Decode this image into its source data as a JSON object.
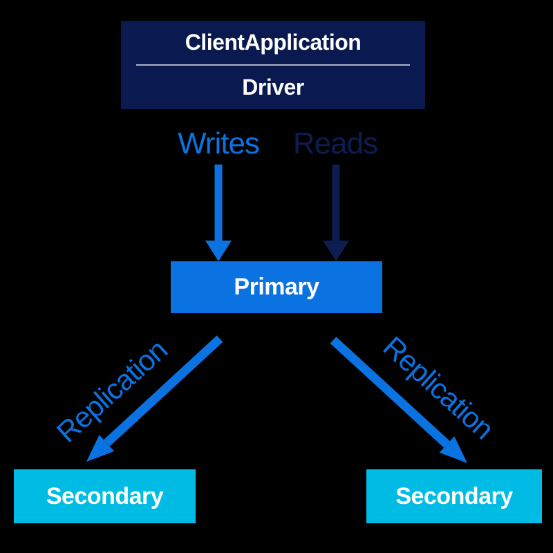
{
  "diagram": {
    "title": "replica-set-read-write-flow",
    "background": "#000000",
    "colors": {
      "navy": "#0A1A50",
      "blue": "#0B72E2",
      "cyan": "#00BCE4",
      "text_white": "#FFFFFF",
      "divider_gray": "#AEB5C4"
    },
    "nodes": {
      "client": {
        "line1": "ClientApplication",
        "line2": "Driver",
        "color": "#0A1A50"
      },
      "primary": {
        "label": "Primary",
        "color": "#0B72E2"
      },
      "secondary_left": {
        "label": "Secondary",
        "color": "#00BCE4"
      },
      "secondary_right": {
        "label": "Secondary",
        "color": "#00BCE4"
      }
    },
    "edges": {
      "writes": {
        "label": "Writes",
        "color": "#0B72E2",
        "from": "client",
        "to": "primary",
        "direction": "down"
      },
      "reads": {
        "label": "Reads",
        "color": "#0C1D52",
        "from": "client",
        "to": "primary",
        "direction": "down"
      },
      "replication_left": {
        "label": "Replication",
        "color": "#0B72E2",
        "from": "primary",
        "to": "secondary_left",
        "direction": "down-left"
      },
      "replication_right": {
        "label": "Replication",
        "color": "#0B72E2",
        "from": "primary",
        "to": "secondary_right",
        "direction": "down-right"
      }
    }
  }
}
